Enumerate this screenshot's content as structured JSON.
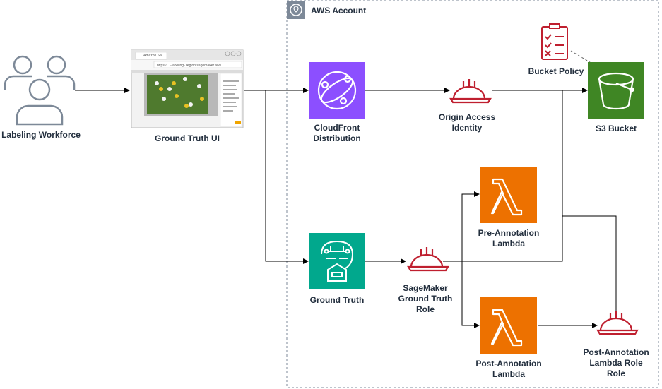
{
  "account": {
    "title": "AWS Account"
  },
  "nodes": {
    "workforce": {
      "label": "Labeling Workforce"
    },
    "ui": {
      "label": "Ground Truth UI",
      "browser_tab": "Amazon Sa...",
      "browser_url": "https://...-labeling-.region.sagemaker.aws"
    },
    "cloudfront": {
      "label": "CloudFront\nDistribution",
      "color": "#8c4fff"
    },
    "oai": {
      "label": "Origin Access\nIdentity"
    },
    "bucket_policy": {
      "label": "Bucket Policy"
    },
    "s3": {
      "label": "S3 Bucket",
      "color": "#3f8624"
    },
    "pre_lambda": {
      "label": "Pre-Annotation\nLambda",
      "color": "#ed7100"
    },
    "ground_truth": {
      "label": "Ground Truth",
      "color": "#01a88d"
    },
    "sm_role": {
      "label": "SageMaker\nGround Truth\nRole"
    },
    "post_lambda": {
      "label": "Post-Annotation\nLambda",
      "color": "#ed7100"
    },
    "post_role": {
      "label": "Post-Annotation\nLambda Role\nRole"
    }
  },
  "colors": {
    "role": "#bf1f2f",
    "policy": "#bf1f2f",
    "line": "#000000",
    "people": "#7d8998"
  }
}
